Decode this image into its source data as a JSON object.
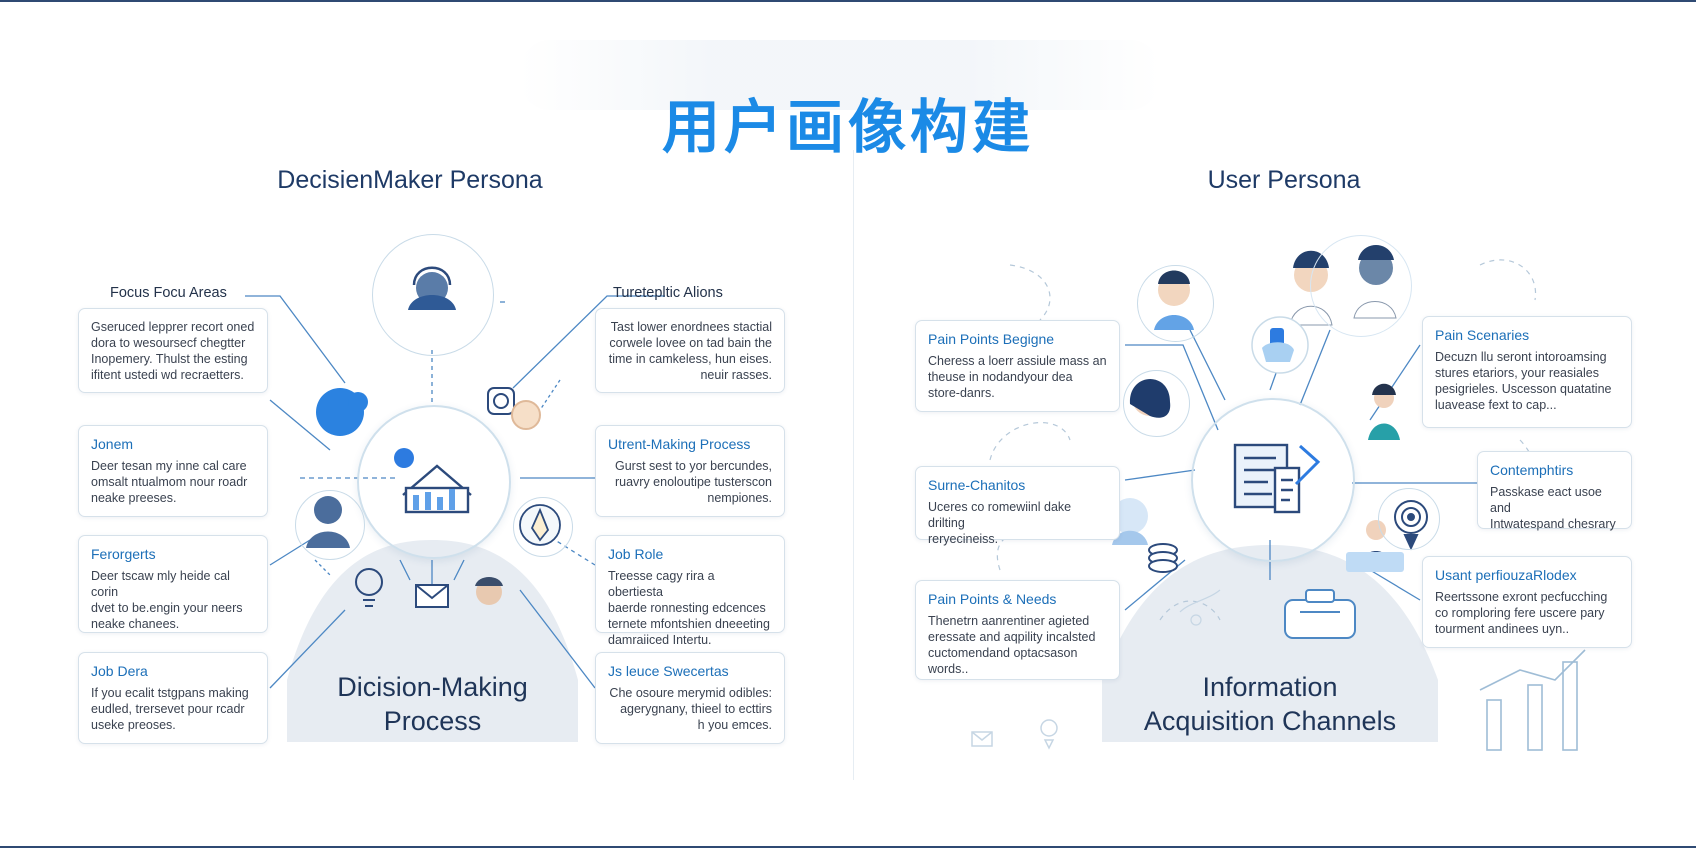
{
  "title": "用户画像构建",
  "left_panel": {
    "title": "DecisienMaker Persona",
    "top_left_label": "Focus Focu Areas",
    "top_right_label": "Turetepltic Alions",
    "cards": [
      {
        "id": "focus-areas-card",
        "title": "",
        "lines": [
          "Gseruced lepprer recort oned",
          "dora to wesoursecf chegtter",
          "Inopemery. Thulst the esting",
          "ifitent ustedi wd recraetters."
        ]
      },
      {
        "id": "jonem-card",
        "title": "Jonem",
        "lines": [
          "Deer tesan my inne cal care",
          "omsalt ntualmom nour roadr",
          "neake preeses."
        ]
      },
      {
        "id": "ferorgerts-card",
        "title": "Ferorgerts",
        "lines": [
          "Deer tscaw mly heide cal corin",
          "dvet to be.engin your neers",
          "neake chanees."
        ]
      },
      {
        "id": "job-dera-card",
        "title": "Job Dera",
        "lines": [
          "If you ecalit tstgpans making",
          "eudled, trersevet pour rcadr",
          "useke preoses."
        ]
      },
      {
        "id": "alions-card",
        "title": "",
        "lines": [
          "Tast lower enordnees stactial",
          "corwele lovee on tad bain the",
          "time in camkeless, hun eises.",
          "neuir rasses."
        ]
      },
      {
        "id": "making-process-card",
        "title": "Utrent-Making Process",
        "lines": [
          "Gurst sest to yor bercundes,",
          "ruavry enoloutipe tusterscon",
          "nempiones."
        ]
      },
      {
        "id": "job-role-card",
        "title": "Job Role",
        "lines": [
          "Treesse cagy rira a obertiesta",
          "baerde ronnesting edcences",
          "ternete mfontshien dneeeting",
          "damraiiced Intertu."
        ]
      },
      {
        "id": "js-leuce-card",
        "title": "Js leuce Swecertas",
        "lines": [
          "Che osoure merymid odibles:",
          "agerygnany, thieel to ecttirs",
          "h you emces."
        ]
      }
    ],
    "bottom_label_line1": "Dicision-Making",
    "bottom_label_line2": "Process"
  },
  "right_panel": {
    "title": "User Persona",
    "cards": [
      {
        "id": "pain-points-begigne-card",
        "title": "Pain Points Begigne",
        "lines": [
          "Cheress a loerr assiule mass an",
          "theuse in nodandyour dea",
          "store-danrs."
        ]
      },
      {
        "id": "surne-chanitos-card",
        "title": "Surne-Chanitos",
        "lines": [
          "Uceres co romewiinl dake drilting",
          "reryecineiss."
        ]
      },
      {
        "id": "pain-points-needs-card",
        "title": "Pain Points & Needs",
        "lines": [
          "Thenetrn aanrentiner agieted",
          "eressate and aqpility incalsted",
          "cuctomendand optacsason",
          "words.."
        ]
      },
      {
        "id": "pain-scenaries-card",
        "title": "Pain Scenaries",
        "lines": [
          "Decuzn llu seront intoroamsing",
          "stures etariors, your reasiales",
          "pesigrieles. Uscesson quatatine",
          "luavease fext to cap..."
        ]
      },
      {
        "id": "contemphtirs-card",
        "title": "Contemphtirs",
        "lines": [
          "Passkase eact usoe and",
          "Intwatespand chesrary"
        ]
      },
      {
        "id": "usant-card",
        "title": "Usant perfiouzaRlodex",
        "lines": [
          "Reertssone exront pecfucching",
          "co romploring fere uscere pary",
          "tourment andinees uyn.."
        ]
      }
    ],
    "bottom_label_line1": "Information",
    "bottom_label_line2": "Acquisition Channels"
  },
  "colors": {
    "title_blue": "#1b8ae6",
    "heading_navy": "#1e3a66",
    "card_title_blue": "#1c6fb8",
    "icon_navy": "#2c4a7c",
    "icon_blue": "#2d7be0",
    "mound": "#e7ecf2"
  },
  "icons": [
    "building-chart-icon",
    "document-checklist-icon",
    "person-avatar-icon",
    "target-icon",
    "mail-icon",
    "map-pin-icon",
    "lightbulb-icon",
    "bar-chart-icon",
    "medical-case-icon"
  ]
}
